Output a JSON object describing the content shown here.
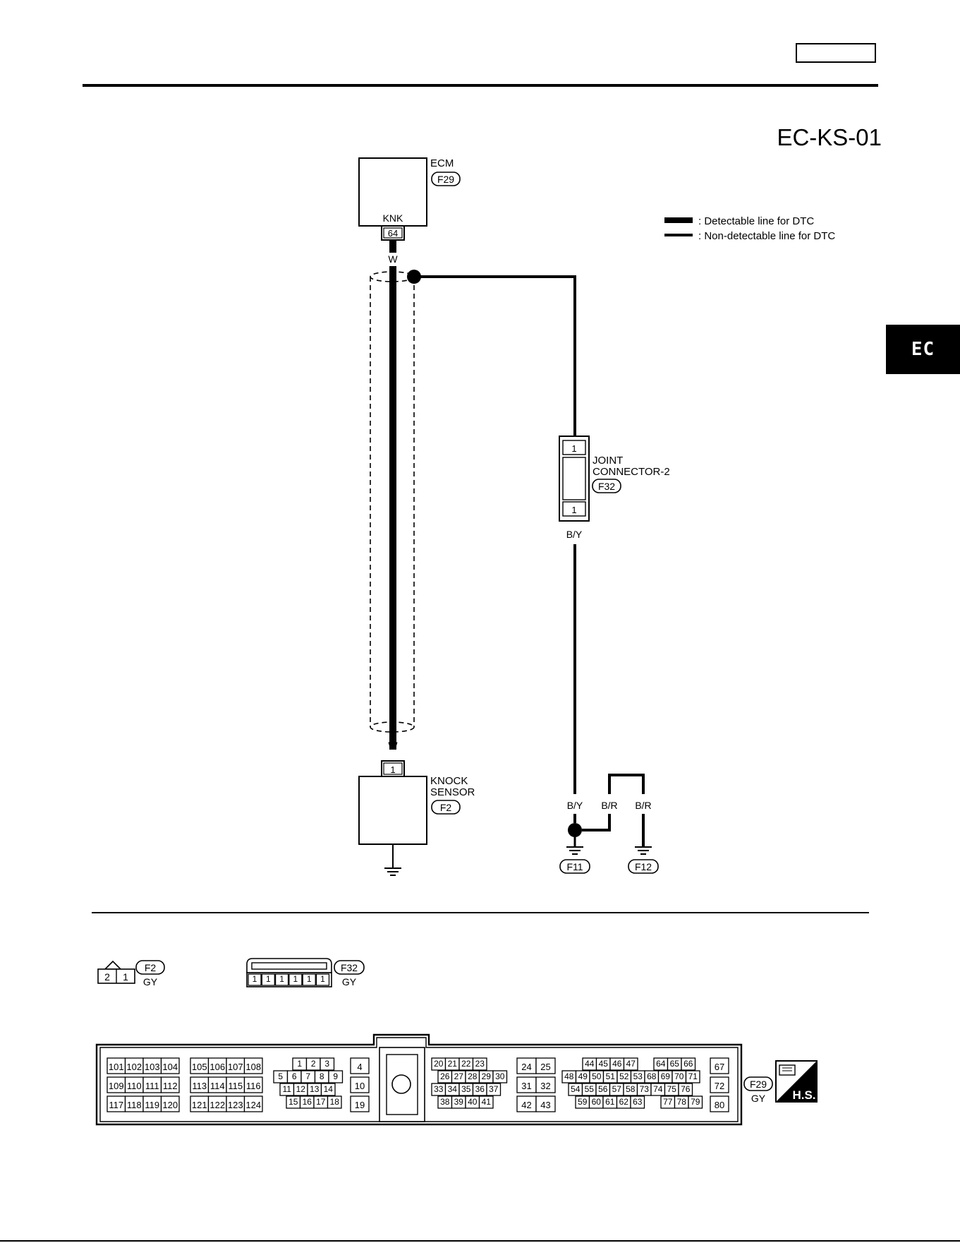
{
  "page": {
    "diagram_id": "EC-KS-01",
    "section_tab": "EC"
  },
  "legend": {
    "detectable": ": Detectable line for DTC",
    "non_detectable": ": Non-detectable line for DTC"
  },
  "ecm": {
    "name": "ECM",
    "connector": "F29",
    "terminal_label": "KNK",
    "terminal": "64",
    "wire_color": "W"
  },
  "knock_sensor": {
    "name_line1": "KNOCK",
    "name_line2": "SENSOR",
    "connector": "F2",
    "terminal": "1",
    "wire_color": "W"
  },
  "joint_connector": {
    "name_line1": "JOINT",
    "name_line2": "CONNECTOR-2",
    "connector": "F32",
    "terminal_top": "1",
    "terminal_bottom": "1",
    "wire_color": "B/Y"
  },
  "grounds": {
    "wire_by": "B/Y",
    "wire_br_1": "B/R",
    "wire_br_2": "B/R",
    "ground_1": "F11",
    "ground_2": "F12"
  },
  "connector_views": {
    "f2": {
      "id": "F2",
      "color": "GY",
      "pins": [
        "2",
        "1"
      ]
    },
    "f32": {
      "id": "F32",
      "color": "GY",
      "pins": [
        "1",
        "1",
        "1",
        "1",
        "1",
        "1"
      ]
    },
    "f29": {
      "id": "F29",
      "color": "GY",
      "badge": "H.S.",
      "block1": [
        [
          "101",
          "102",
          "103",
          "104"
        ],
        [
          "109",
          "110",
          "111",
          "112"
        ],
        [
          "117",
          "118",
          "119",
          "120"
        ]
      ],
      "block2": [
        [
          "105",
          "106",
          "107",
          "108"
        ],
        [
          "113",
          "114",
          "115",
          "116"
        ],
        [
          "121",
          "122",
          "123",
          "124"
        ]
      ],
      "block3": [
        [
          "1",
          "2",
          "3"
        ],
        [
          "5",
          "6",
          "7",
          "8",
          "9"
        ],
        [
          "11",
          "12",
          "13",
          "14"
        ],
        [
          "15",
          "16",
          "17",
          "18"
        ]
      ],
      "block4": [
        "4",
        "10",
        "19"
      ],
      "block5": [
        [
          "20",
          "21",
          "22",
          "23"
        ],
        [
          "26",
          "27",
          "28",
          "29",
          "30"
        ],
        [
          "33",
          "34",
          "35",
          "36",
          "37"
        ],
        [
          "38",
          "39",
          "40",
          "41"
        ]
      ],
      "block6": [
        [
          "24",
          "25"
        ],
        [
          "31",
          "32"
        ],
        [
          "42",
          "43"
        ]
      ],
      "block7": [
        [
          "44",
          "45",
          "46",
          "47",
          "64",
          "65",
          "66"
        ],
        [
          "48",
          "49",
          "50",
          "51",
          "52",
          "53",
          "68",
          "69",
          "70",
          "71"
        ],
        [
          "54",
          "55",
          "56",
          "57",
          "58",
          "73",
          "74",
          "75",
          "76"
        ],
        [
          "59",
          "60",
          "61",
          "62",
          "63",
          "77",
          "78",
          "79"
        ]
      ],
      "block8": [
        "67",
        "72",
        "80"
      ]
    }
  },
  "colors": {
    "ink": "#000000",
    "paper": "#ffffff"
  }
}
